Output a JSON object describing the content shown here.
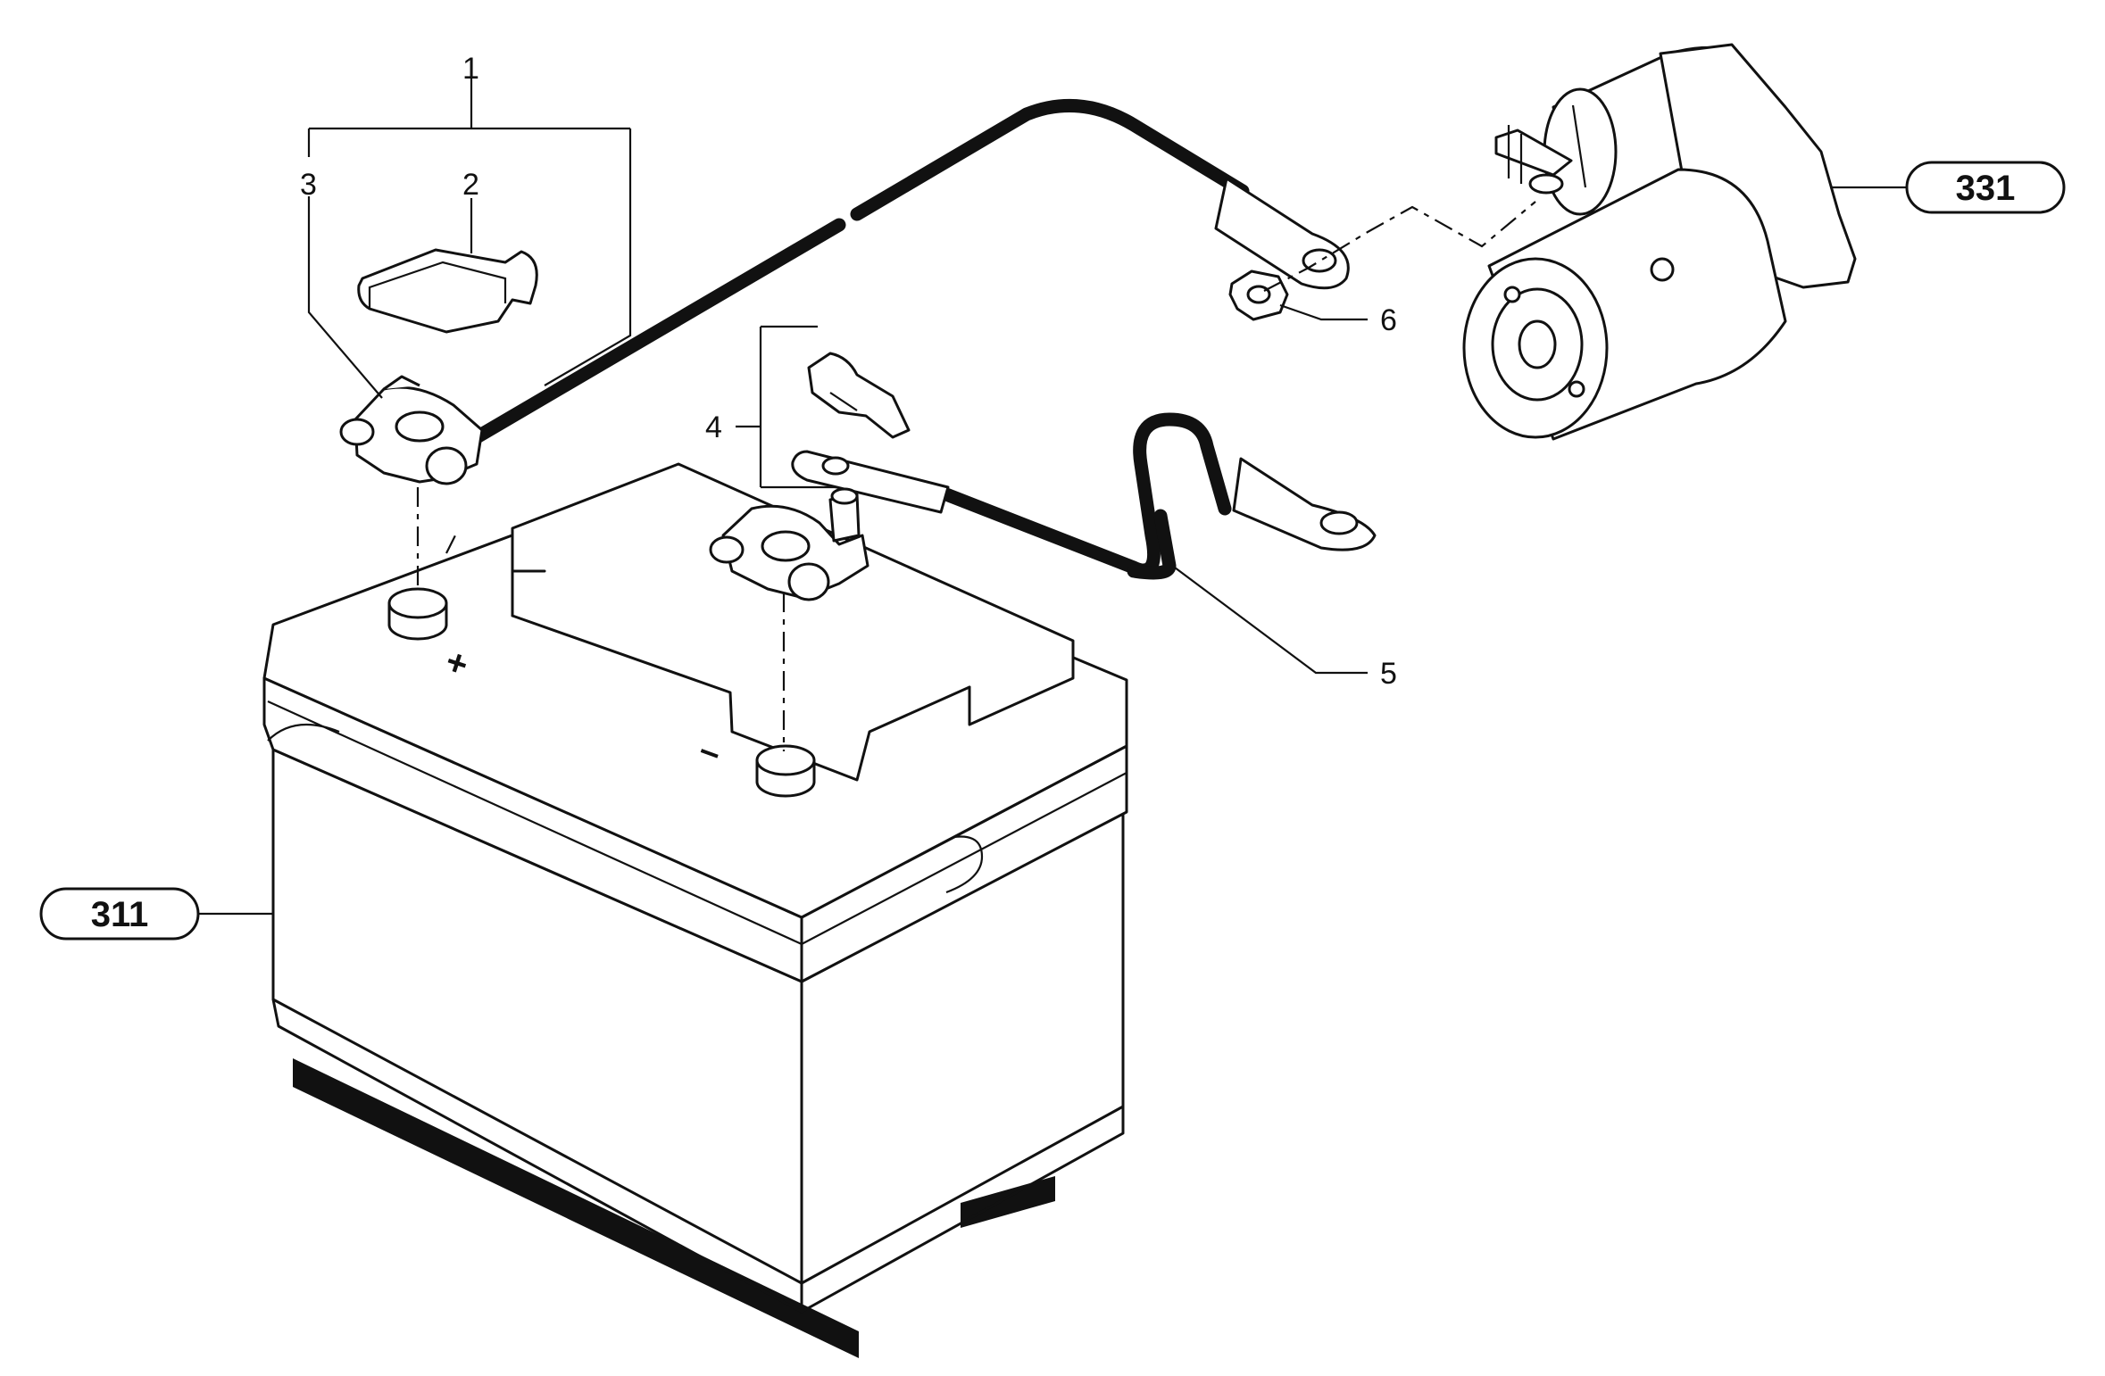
{
  "labels": {
    "part_1": "1",
    "part_2": "2",
    "part_3": "3",
    "part_4": "4",
    "part_5": "5",
    "part_6": "6"
  },
  "references": {
    "battery_group": "311",
    "starter_group": "331"
  },
  "terminals": {
    "positive": "+",
    "negative": "–"
  }
}
